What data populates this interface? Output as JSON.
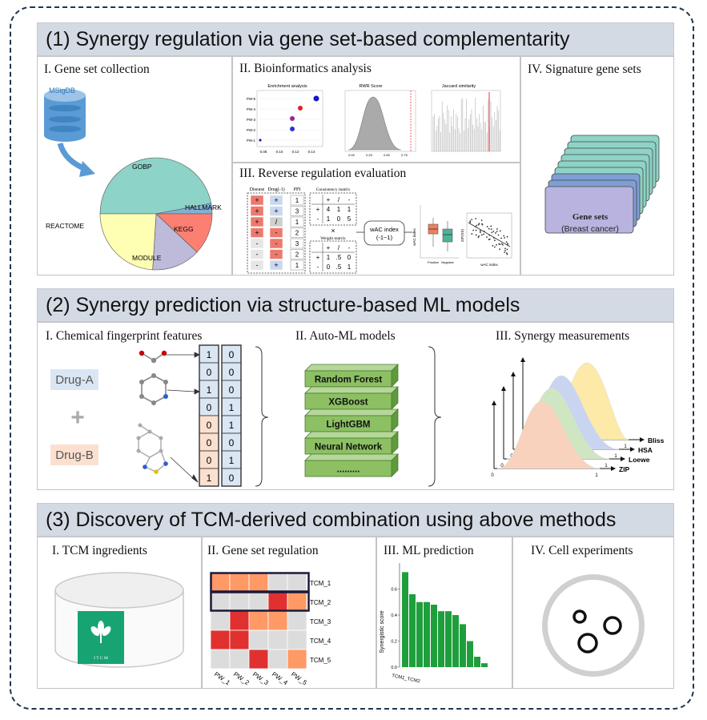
{
  "sections": [
    {
      "title": "(1) Synergy regulation via gene set-based complementarity"
    },
    {
      "title": "(2) Synergy prediction via structure-based ML models"
    },
    {
      "title": "(3) Discovery of TCM-derived combination using above methods"
    }
  ],
  "s1": {
    "p1": {
      "title": "I. Gene set collection",
      "db_label": "MSigDB",
      "pie": [
        {
          "label": "GOBP",
          "value": 47,
          "color": "#8dd3c7"
        },
        {
          "label": "HALLMARK",
          "value": 3,
          "color": "#80b1d3"
        },
        {
          "label": "KEGG",
          "value": 12,
          "color": "#fb8072"
        },
        {
          "label": "MODULE",
          "value": 14,
          "color": "#bebada"
        },
        {
          "label": "REACTOME",
          "value": 24,
          "color": "#ffffb3"
        }
      ]
    },
    "p2": {
      "title": "II. Bioinformatics analysis",
      "enrich": {
        "title": "Enrichment analysis",
        "rows": [
          "PW-5",
          "PW-4",
          "PW-3",
          "PW-2",
          "PW-1"
        ],
        "xticks": [
          "0.08",
          "0.10",
          "0.12",
          "0.14"
        ]
      },
      "rwr": {
        "title": "RWR Score",
        "xticks": [
          "0.00",
          "0.25",
          "0.50",
          "0.75"
        ]
      },
      "jac": {
        "title": "Jaccard similarity"
      }
    },
    "p3": {
      "title": "III. Reverse regulation evaluation",
      "col_heads": [
        "Disease",
        "Drug(-1)",
        "PPI"
      ],
      "disease": [
        "+",
        "+",
        "+",
        "+",
        "-",
        "-",
        "-"
      ],
      "drug": [
        "+",
        "+",
        "/",
        "-",
        "-",
        "-",
        "+"
      ],
      "ppi": [
        "1",
        "3",
        "1",
        "2",
        "3",
        "2",
        "1"
      ],
      "consistency_title": "Consistency matrix",
      "consistency": [
        [
          "",
          "+",
          "/",
          "-"
        ],
        [
          "+",
          "4",
          "1",
          "1"
        ],
        [
          "-",
          "1",
          "0",
          "5"
        ]
      ],
      "times": "×",
      "weight_title": "Weight matrix",
      "weight": [
        [
          "",
          "+",
          "/",
          "-"
        ],
        [
          "+",
          "1",
          ".5",
          "0"
        ],
        [
          "-",
          "0",
          ".5",
          "1"
        ]
      ],
      "index_label": "wAC index",
      "index_range": "(-1~1)",
      "box_labels": [
        "Positive",
        "Negative"
      ],
      "box_ylabel": "wAC index",
      "scatter_ylabel": "ZIP(SS)",
      "scatter_xlabel": "wAC index"
    },
    "p4": {
      "title": "IV. Signature gene sets",
      "card_line1": "Gene sets",
      "card_line2": "(Breast cancer)"
    }
  },
  "s2": {
    "p1": {
      "title": "I. Chemical fingerprint features",
      "drug_a": "Drug-A",
      "plus": "+",
      "drug_b": "Drug-B",
      "bits_a": [
        "1",
        "0",
        "1",
        "0",
        "0",
        "0",
        "0",
        "1"
      ],
      "bits_b": [
        "0",
        "0",
        "0",
        "1",
        "1",
        "0",
        "1",
        "0"
      ]
    },
    "p2": {
      "title": "II. Auto-ML models",
      "models": [
        "Random Forest",
        "XGBoost",
        "LightGBM",
        "Neural Network",
        "........."
      ]
    },
    "p3": {
      "title": "III. Synergy measurements",
      "curves": [
        "Bliss",
        "HSA",
        "Loewe",
        "ZIP"
      ],
      "zero": "0",
      "one": "1"
    }
  },
  "s3": {
    "p1": {
      "title": "I. TCM ingredients",
      "logo_text": "I  T  C  M"
    },
    "p2": {
      "title": "II. Gene set regulation",
      "rows": [
        "TCM_1",
        "TCM_2",
        "TCM_3",
        "TCM_4",
        "TCM_5"
      ],
      "cols": [
        "PW_1",
        "PW_2",
        "PW_3",
        "PW_4",
        "PW_5"
      ],
      "colors": {
        "light": "#ff9966",
        "dark": "#e03030",
        "none": "#dcdcdc"
      },
      "cells": [
        [
          1,
          1,
          1,
          0,
          0
        ],
        [
          0,
          0,
          0,
          2,
          1
        ],
        [
          0,
          2,
          1,
          1,
          0
        ],
        [
          2,
          2,
          0,
          0,
          0
        ],
        [
          0,
          0,
          2,
          0,
          1
        ]
      ]
    },
    "p3": {
      "title": "III. ML prediction",
      "ylabel": "Synergistic score",
      "xlabel": "TCM1_TCM2",
      "values": [
        0.73,
        0.56,
        0.5,
        0.5,
        0.48,
        0.43,
        0.43,
        0.4,
        0.33,
        0.2,
        0.08,
        0.03
      ],
      "yticks": [
        "0.0",
        "0.2",
        "0.4",
        "0.6"
      ]
    },
    "p4": {
      "title": "IV. Cell experiments"
    }
  }
}
